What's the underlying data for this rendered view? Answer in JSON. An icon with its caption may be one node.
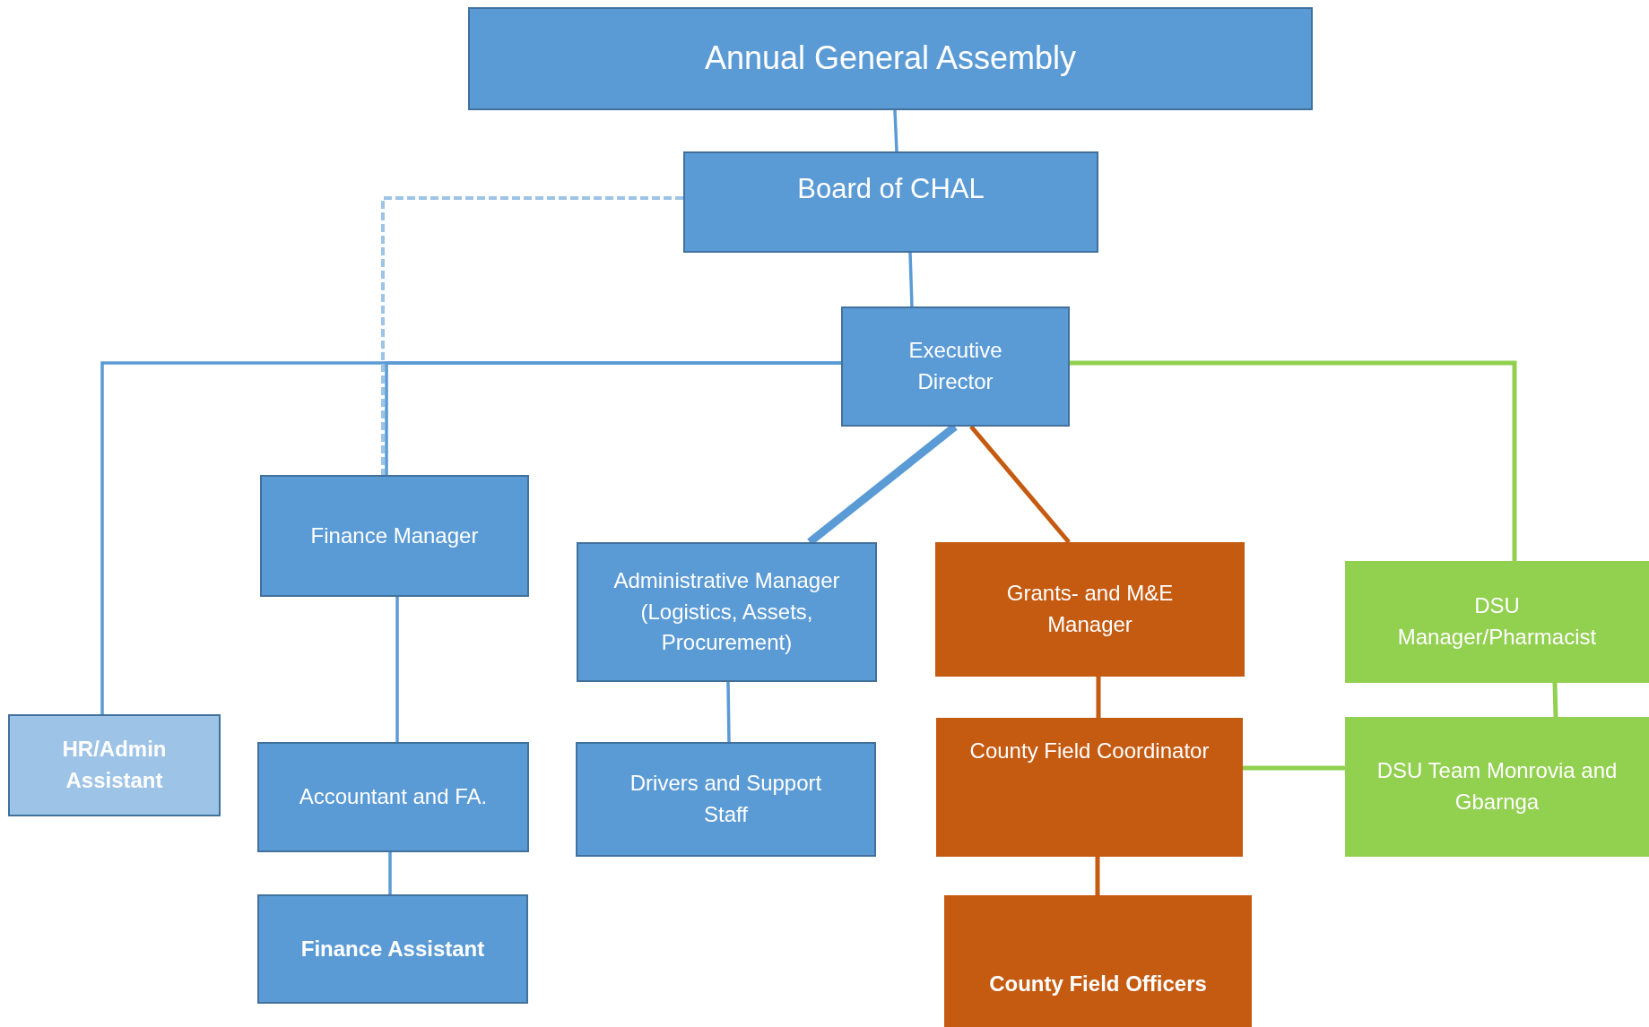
{
  "diagram": {
    "nodes": [
      {
        "text": [
          "Annual General Assembly"
        ]
      },
      {
        "text": [
          "Board of CHAL"
        ]
      },
      {
        "text": [
          "Executive Director"
        ]
      },
      {
        "text": [
          "Finance Manager"
        ]
      },
      {
        "text": [
          "Administrative Manager (Logistics, Assets, Procurement)"
        ]
      },
      {
        "text": [
          "Grants- and M&E Manager"
        ]
      },
      {
        "text": [
          "DSU Manager/Pharmacist"
        ]
      },
      {
        "text": [
          "HR/Admin Assistant"
        ]
      },
      {
        "text": [
          "Accountant and FA."
        ]
      },
      {
        "text": [
          "Drivers and Support Staff"
        ]
      },
      {
        "text": [
          "County Field Coordinator"
        ]
      },
      {
        "text": [
          "DSU Team Monrovia and Gbarnga"
        ]
      },
      {
        "text": [
          "Finance Assistant"
        ]
      },
      {
        "text": [
          "County Field Officers"
        ]
      }
    ],
    "edges": [
      {
        "from": 0,
        "to": 1,
        "arrow": "none"
      },
      {
        "from": 1,
        "to": 2,
        "arrow": "none"
      },
      {
        "from": 2,
        "to": 3,
        "arrow": "none"
      },
      {
        "from": 2,
        "to": 7,
        "arrow": "none"
      },
      {
        "from": 1,
        "to": 3,
        "arrow": "none",
        "style": "dashed"
      },
      {
        "from": 2,
        "to": 4,
        "arrow": "none",
        "style": "thick"
      },
      {
        "from": 2,
        "to": 5,
        "arrow": "none",
        "color": "#c55a11"
      },
      {
        "from": 2,
        "to": 6,
        "arrow": "none",
        "color": "#92d050"
      },
      {
        "from": 3,
        "to": 8,
        "arrow": "none"
      },
      {
        "from": 8,
        "to": 12,
        "arrow": "none"
      },
      {
        "from": 4,
        "to": 9,
        "arrow": "none"
      },
      {
        "from": 5,
        "to": 10,
        "arrow": "none",
        "color": "#c55a11"
      },
      {
        "from": 10,
        "to": 13,
        "arrow": "none",
        "color": "#c55a11"
      },
      {
        "from": 6,
        "to": 11,
        "arrow": "none",
        "color": "#92d050"
      },
      {
        "from": 10,
        "to": 11,
        "arrow": "none",
        "color": "#92d050"
      }
    ]
  }
}
